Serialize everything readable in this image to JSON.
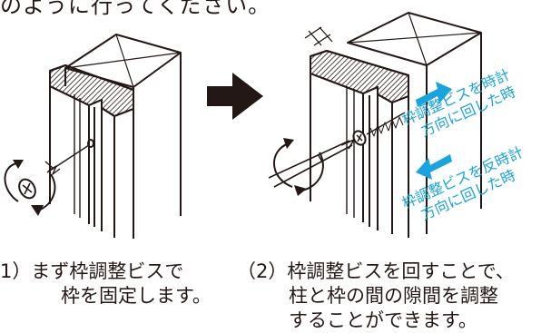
{
  "intro_text": "のように行ってください。",
  "step1": {
    "number": "1）",
    "lines": [
      "まず枠調整ビスで",
      "枠を固定します。"
    ]
  },
  "step2": {
    "number": "（2）",
    "lines": [
      "枠調整ビスを回すことで、",
      "柱と枠の間の隙間を調整",
      "することができます。"
    ]
  },
  "labels": {
    "clockwise": [
      "枠調整ビスを時計",
      "方向に回した時"
    ],
    "counter": [
      "枠調整ビスを反時計",
      "方向に回した時"
    ]
  },
  "colors": {
    "line": "#231815",
    "accent": "#1aa3dc",
    "arrow": "#231815"
  }
}
